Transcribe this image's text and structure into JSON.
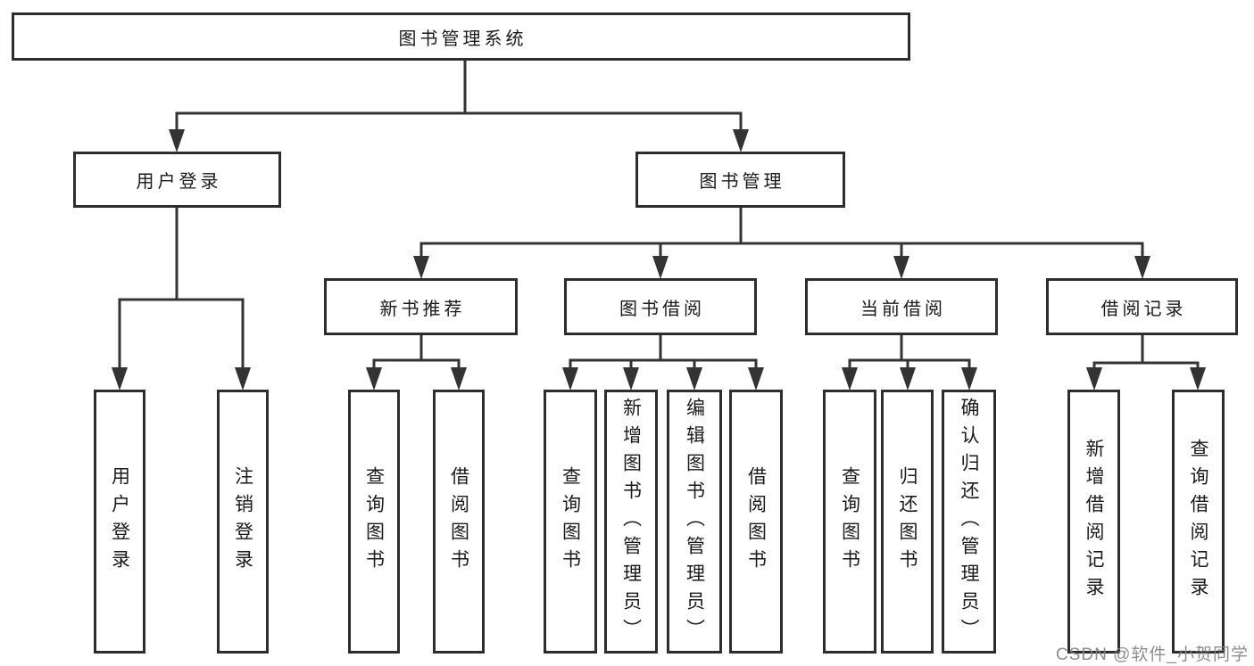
{
  "diagram": {
    "title": "图书管理系统",
    "colors": {
      "line": "#333333",
      "border": "#2d2d2d",
      "text": "#1a1a1a",
      "background": "#ffffff",
      "watermark_gray": "#82828a"
    },
    "nodes": {
      "root": "图书管理系统",
      "user_login": "用户登录",
      "book_mgmt": "图书管理",
      "new_book_rec": "新书推荐",
      "book_borrowing": "图书借阅",
      "current_borrowing": "当前借阅",
      "borrowing_records": "借阅记录",
      "leaf_user_login": "用户登录",
      "leaf_logout": "注销登录",
      "leaf_query_book_rec": "查询图书",
      "leaf_borrow_book_rec": "借阅图书",
      "leaf_query_book_borrowing": "查询图书",
      "leaf_add_book_admin": "新增图书（管理员）",
      "leaf_edit_book_admin": "编辑图书（管理员）",
      "leaf_borrow_book_borrowing": "借阅图书",
      "leaf_query_book_current": "查询图书",
      "leaf_return_book": "归还图书",
      "leaf_confirm_return_admin": "确认归还（管理员）",
      "leaf_add_borrow_record": "新增借阅记录",
      "leaf_query_borrow_record": "查询借阅记录"
    },
    "edges": [
      "root->user_login",
      "root->book_mgmt",
      "user_login->leaf_user_login",
      "user_login->leaf_logout",
      "book_mgmt->new_book_rec",
      "book_mgmt->book_borrowing",
      "book_mgmt->current_borrowing",
      "book_mgmt->borrowing_records",
      "new_book_rec->leaf_query_book_rec",
      "new_book_rec->leaf_borrow_book_rec",
      "book_borrowing->leaf_query_book_borrowing",
      "book_borrowing->leaf_add_book_admin",
      "book_borrowing->leaf_edit_book_admin",
      "book_borrowing->leaf_borrow_book_borrowing",
      "current_borrowing->leaf_query_book_current",
      "current_borrowing->leaf_return_book",
      "current_borrowing->leaf_confirm_return_admin",
      "borrowing_records->leaf_add_borrow_record",
      "borrowing_records->leaf_query_borrow_record"
    ]
  },
  "watermark": {
    "text": "CSDN @软件_小贺同学"
  }
}
